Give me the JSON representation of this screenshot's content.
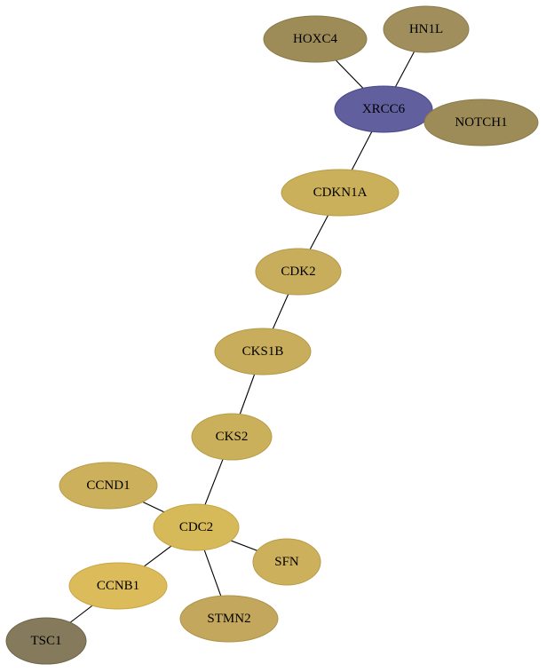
{
  "nodes": [
    {
      "id": "HOXC4",
      "label": "HOXC4",
      "fill": "#9e8c58",
      "stroke": "#8a7a48"
    },
    {
      "id": "HN1L",
      "label": "HN1L",
      "fill": "#a08f5c",
      "stroke": "#8c7c4c"
    },
    {
      "id": "XRCC6",
      "label": "XRCC6",
      "fill": "#625f9e",
      "stroke": "#4a4788"
    },
    {
      "id": "NOTCH1",
      "label": "NOTCH1",
      "fill": "#9e8c58",
      "stroke": "#8a7a48"
    },
    {
      "id": "CDKN1A",
      "label": "CDKN1A",
      "fill": "#cbb05c",
      "stroke": "#b89c48"
    },
    {
      "id": "CDK2",
      "label": "CDK2",
      "fill": "#c8ad5c",
      "stroke": "#b59a48"
    },
    {
      "id": "CKS1B",
      "label": "CKS1B",
      "fill": "#c8ad5c",
      "stroke": "#b59a48"
    },
    {
      "id": "CKS2",
      "label": "CKS2",
      "fill": "#cbb05c",
      "stroke": "#b89c48"
    },
    {
      "id": "CCND1",
      "label": "CCND1",
      "fill": "#ccb05c",
      "stroke": "#b89c48"
    },
    {
      "id": "CDC2",
      "label": "CDC2",
      "fill": "#d6b958",
      "stroke": "#c2a444"
    },
    {
      "id": "SFN",
      "label": "SFN",
      "fill": "#ccb05c",
      "stroke": "#b89c48"
    },
    {
      "id": "CCNB1",
      "label": "CCNB1",
      "fill": "#dcbb5a",
      "stroke": "#c8a646"
    },
    {
      "id": "STMN2",
      "label": "STMN2",
      "fill": "#c2a75c",
      "stroke": "#ae9348"
    },
    {
      "id": "TSC1",
      "label": "TSC1",
      "fill": "#857a5c",
      "stroke": "#6f654a"
    }
  ],
  "edges": [
    {
      "source": "HOXC4",
      "target": "XRCC6"
    },
    {
      "source": "HN1L",
      "target": "XRCC6"
    },
    {
      "source": "XRCC6",
      "target": "NOTCH1"
    },
    {
      "source": "XRCC6",
      "target": "CDKN1A"
    },
    {
      "source": "CDKN1A",
      "target": "CDK2"
    },
    {
      "source": "CDK2",
      "target": "CKS1B"
    },
    {
      "source": "CKS1B",
      "target": "CKS2"
    },
    {
      "source": "CKS2",
      "target": "CDC2"
    },
    {
      "source": "CCND1",
      "target": "CDC2"
    },
    {
      "source": "CDC2",
      "target": "SFN"
    },
    {
      "source": "CDC2",
      "target": "CCNB1"
    },
    {
      "source": "CDC2",
      "target": "STMN2"
    },
    {
      "source": "CCNB1",
      "target": "TSC1"
    }
  ]
}
